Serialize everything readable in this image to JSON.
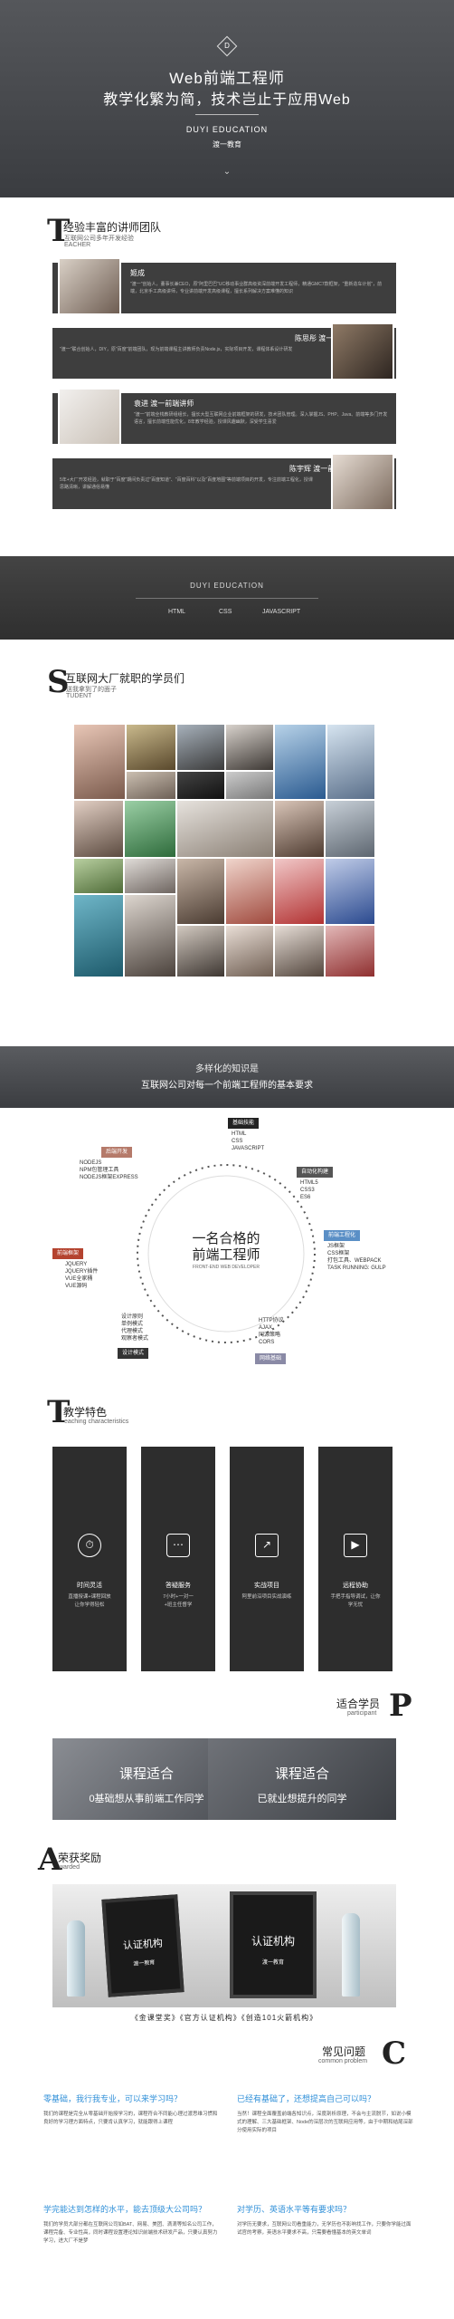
{
  "hero": {
    "logo": "D",
    "title": "Web前端工程师",
    "subtitle": "教学化繁为简，技术岂止于应用Web",
    "en": "DUYI EDUCATION",
    "cn": "渡一教育",
    "chevron": "⌄"
  },
  "teacher_section": {
    "letter": "T",
    "title": "经验丰富的讲师团队",
    "sub": "互联网公司多年开发经验",
    "en": "EACHER"
  },
  "teachers": [
    {
      "name": "姬成",
      "desc": "\"渡一\"创始人，董事长兼CEO，原\"阿里巴巴\"UC移动事业群高级资深前端开发工程师，精通GMC7款框架，\"重新造车计划\"，前端，北京手工高级讲师，专业讲前端开发高级课程，擅长系列解决方案难懂的知识"
    },
    {
      "name": "陈思彤 渡一前端讲师",
      "desc": "\"渡一\"联合创始人，DIY，原\"百度\"前端团队，现为前端课程主讲教师负责Node.js，实际项目开发，课程体系设计研发"
    },
    {
      "name": "袁进 渡一前端讲师",
      "desc": "\"渡一\"前端全栈教研组组长，擅长大型互联网企业前端框架的研发，技术团队管理。深入掌握JS、PHP、Java、前端等多门开发语言，擅长前端性能优化，8年教学经验，授课风趣幽默，深受学生喜爱"
    },
    {
      "name": "陈宇辉 渡一前端讲师",
      "desc": "5年+大厂开发经验，就职于\"百度\"期间负责过\"百度知道\"、\"百度百科\"以及\"百度地图\"等前端项目的开发，专注前端工程化，授课思路清晰，讲解通俗易懂"
    }
  ],
  "band1": {
    "brand": "DUYI EDUCATION",
    "tabs": [
      "HTML",
      "CSS",
      "JAVASCRIPT"
    ]
  },
  "student_section": {
    "letter": "S",
    "title": "互联网大厂就职的学员们",
    "sub": "送我拿到了的面子",
    "en": "TUDENT"
  },
  "skills_band": {
    "title": "多样化的知识是",
    "sub": "互联网公司对每一个前端工程师的基本要求"
  },
  "diagram": {
    "center_title": "一名合格的",
    "center_title2": "前端工程师",
    "center_en": "FRONT-END WEB DEVELOPER",
    "nodes": [
      {
        "label": "基础技能",
        "items": "HTML\nCSS\nJAVASCRIPT"
      },
      {
        "label": "自动化构建",
        "items": "HTML5\nCSS3\nES6"
      },
      {
        "label": "前端工程化",
        "items": "JS框架\nCSS框架\n打包工具、WEBPACK\nTASK RUNNING: GULP"
      },
      {
        "label": "网络基础",
        "items": "HTTP协议\nAJAX\n同源策略\nCORS"
      },
      {
        "label": "设计模式",
        "items": "设计原则\n单例模式\n代理模式\n观察者模式"
      },
      {
        "label": "前端框架",
        "items": "JQUERY\nJQUERY插件\nVUE全家桶\nVUE源码"
      },
      {
        "label": "后端开发",
        "items": "NODEJS\nNPM包管理工具\nNODEJS框架EXPRESS"
      }
    ]
  },
  "feature_section": {
    "letter": "T",
    "title": "教学特色",
    "en": "eaching characteristics"
  },
  "features": [
    {
      "icon": "⏱",
      "title": "时间灵活",
      "desc": "直播授课+课程回放\n让你学得轻松"
    },
    {
      "icon": "⋯",
      "title": "答疑服务",
      "desc": "7小时+一对一\n+班主任督学"
    },
    {
      "icon": "↗",
      "title": "实战项目",
      "desc": "阿里前沿项目实战演练"
    },
    {
      "icon": "▶",
      "title": "远程协助",
      "desc": "手把手指导调试，让你\n学无忧"
    }
  ],
  "suit_section": {
    "letter": "P",
    "title": "适合学员",
    "en": "participant"
  },
  "suits": [
    {
      "a": "课程适合",
      "b": "0基础想从事前端工作同学"
    },
    {
      "a": "课程适合",
      "b": "已就业想提升的同学"
    }
  ],
  "award_section": {
    "letter": "A",
    "title": "荣获奖励",
    "en": "warded"
  },
  "award_caption": "《金课堂奖》《官方认证机构》《创造101火箭机构》",
  "award_board": {
    "t": "认证机构",
    "s": "渡一教育"
  },
  "faq_section": {
    "letter": "C",
    "title": "常见问题",
    "en": "common problem"
  },
  "faqs": [
    {
      "q": "零基础，我行我专业，可以来学习吗？",
      "a": "我们的课程是完全从零基础开始授学习的，课程符合不同能心理过渡思维习惯和良好的学习理方面特点，只要肯认真学习，就能跟得上课程"
    },
    {
      "q": "已经有基础了，还想提高自己可以吗？",
      "a": "当然！课程全面覆盖前端各知识点，深度剖析原理，不会与主流脱节，如说小模式的理解、三大基础框架、Node的深层次的互联网应用等，由于中期和结尾深部分使用实际的项目"
    },
    {
      "q": "学完能达到怎样的水平，能去顶级大公司吗？",
      "a": "我们的学员大部分都在互联网公司如BAT、网易、美团、滴滴等知名公司工作，课程完备、专业性高，同时课程设置理论知识前端技术研发产品，只要认真努力学习，进大厂不是梦"
    },
    {
      "q": "对学历、英语水平等有要求吗？",
      "a": "对学历无要求，互联网公司看重能力，无学历也不影响找工作，只要你学能过面试官的考察，英语水平要求不高，只需要看懂基本的英文单词"
    }
  ]
}
